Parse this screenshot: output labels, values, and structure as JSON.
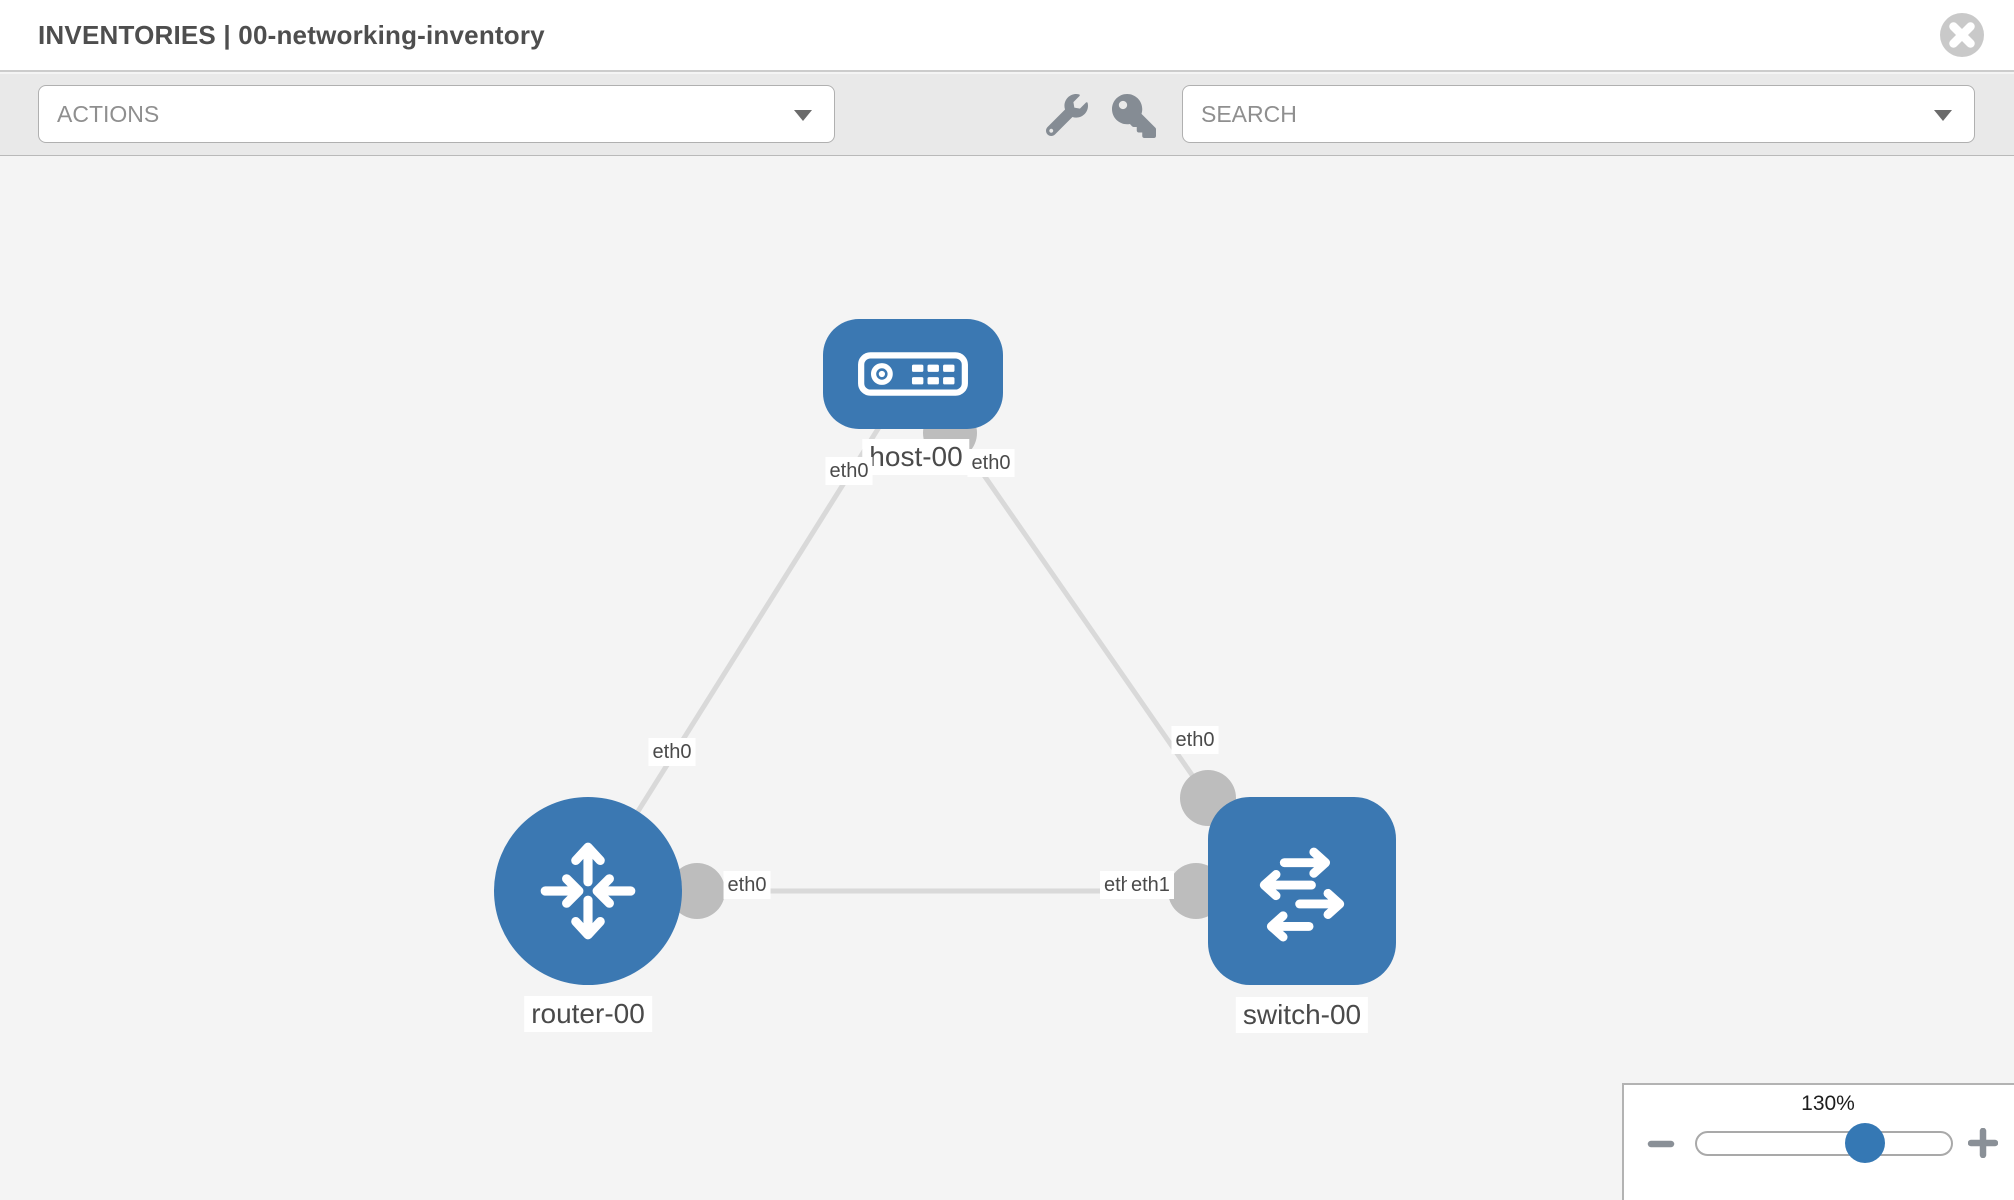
{
  "header": {
    "title": "INVENTORIES | 00-networking-inventory"
  },
  "toolbar": {
    "actions_label": "ACTIONS",
    "search_label": "SEARCH"
  },
  "topology": {
    "nodes": [
      {
        "id": "host-00",
        "type": "host",
        "label": "host-00"
      },
      {
        "id": "router-00",
        "type": "router",
        "label": "router-00"
      },
      {
        "id": "switch-00",
        "type": "switch",
        "label": "switch-00"
      }
    ],
    "links": [
      {
        "from": "host-00",
        "from_interface": "eth0",
        "to": "router-00",
        "to_interface": "eth0"
      },
      {
        "from": "host-00",
        "from_interface": "eth0",
        "to": "switch-00",
        "to_interface": "eth0"
      },
      {
        "from": "router-00",
        "from_interface": "eth0",
        "to": "switch-00",
        "to_interface": "eth1"
      }
    ],
    "interface_labels": {
      "host_left": "eth0",
      "host_right": "eth0",
      "router_top": "eth0",
      "switch_top": "eth0",
      "router_right": "eth0",
      "switch_left_back": "eth0",
      "switch_left_front": "eth1"
    }
  },
  "zoom_control": {
    "level": "130%"
  },
  "colors": {
    "node_blue": "#3b78b2",
    "slider_handle_blue": "#3578b4",
    "edge_gray": "#d9d9d9",
    "interface_dot_gray": "#bdbdbd",
    "toolbar_gray": "#e9e9e9",
    "canvas_gray": "#f4f4f4"
  }
}
